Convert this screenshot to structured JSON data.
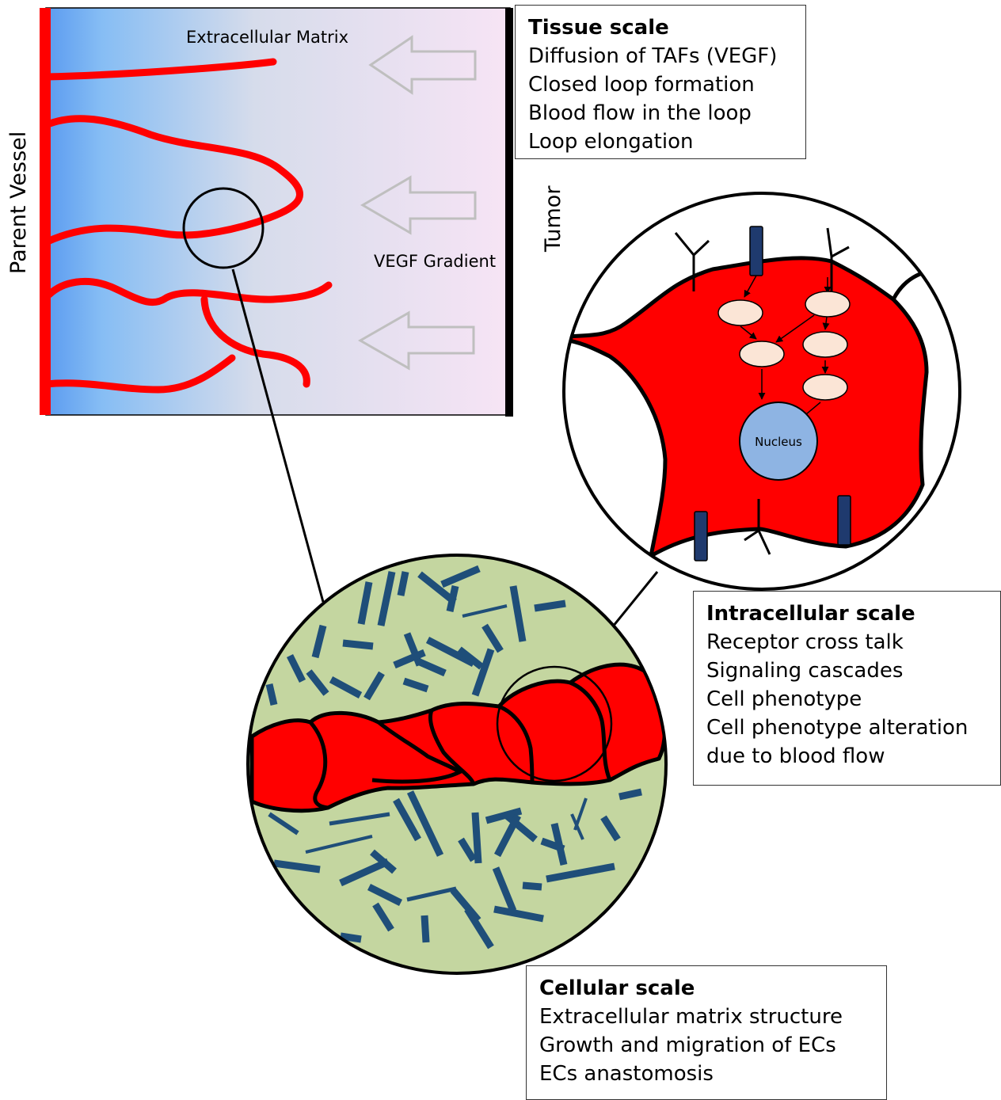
{
  "colors": {
    "vessel_red": "#ff0000",
    "ecm_green": "#c4d6a0",
    "fiber_blue": "#1f4e79",
    "nucleus_blue": "#8eb4e3",
    "protein_peach": "#fbe5d6",
    "arrow_gray": "#bfbfbf",
    "gradient_left": "#5b9bf0",
    "gradient_right": "#f7e4f5"
  },
  "tissue_panel": {
    "ecm_label": "Extracellular Matrix",
    "parent_vessel_label": "Parent Vessel",
    "vegf_gradient_label": "VEGF Gradient",
    "tumor_label": "Tumor"
  },
  "intracellular_panel": {
    "nucleus_label": "Nucleus"
  },
  "tissue_box": {
    "title": "Tissue scale",
    "lines": [
      "Diffusion of TAFs (VEGF)",
      "Closed loop formation",
      "Blood flow in the loop",
      "Loop elongation"
    ]
  },
  "intracellular_box": {
    "title": "Intracellular scale",
    "lines": [
      "Receptor cross talk",
      "Signaling cascades",
      "Cell phenotype",
      "Cell phenotype alteration",
      "due to blood flow"
    ]
  },
  "cellular_box": {
    "title": "Cellular scale",
    "lines": [
      "Extracellular matrix structure",
      "Growth and migration of ECs",
      "ECs anastomosis"
    ]
  }
}
